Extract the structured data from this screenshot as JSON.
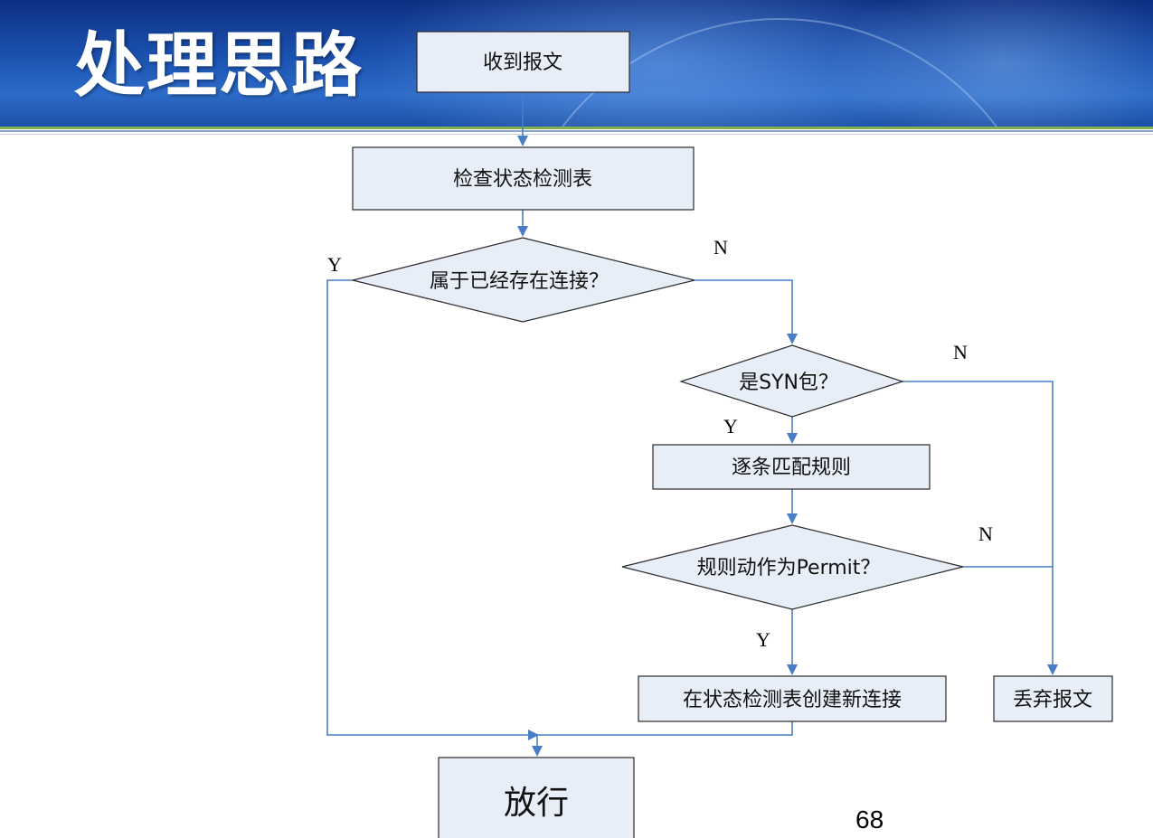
{
  "slide": {
    "title": "处理思路",
    "page_number": "68"
  },
  "flowchart": {
    "nodes": {
      "receive": "收到报文",
      "check_table": "检查状态检测表",
      "existing_conn": "属于已经存在连接？",
      "is_syn": "是SYN包？",
      "match_rules": "逐条匹配规则",
      "rule_permit": "规则动作为Permit？",
      "create_conn": "在状态检测表创建新连接",
      "discard": "丢弃报文",
      "pass": "放行"
    },
    "labels": {
      "existing_yes": "Y",
      "existing_no": "N",
      "syn_no": "N",
      "syn_yes": "Y",
      "permit_no": "N",
      "permit_yes": "Y"
    }
  },
  "colors": {
    "box_fill": "#e8eef8",
    "box_stroke": "#2b2b2b",
    "connector": "#4a7dc7",
    "header_blue": "#1b52b0"
  }
}
